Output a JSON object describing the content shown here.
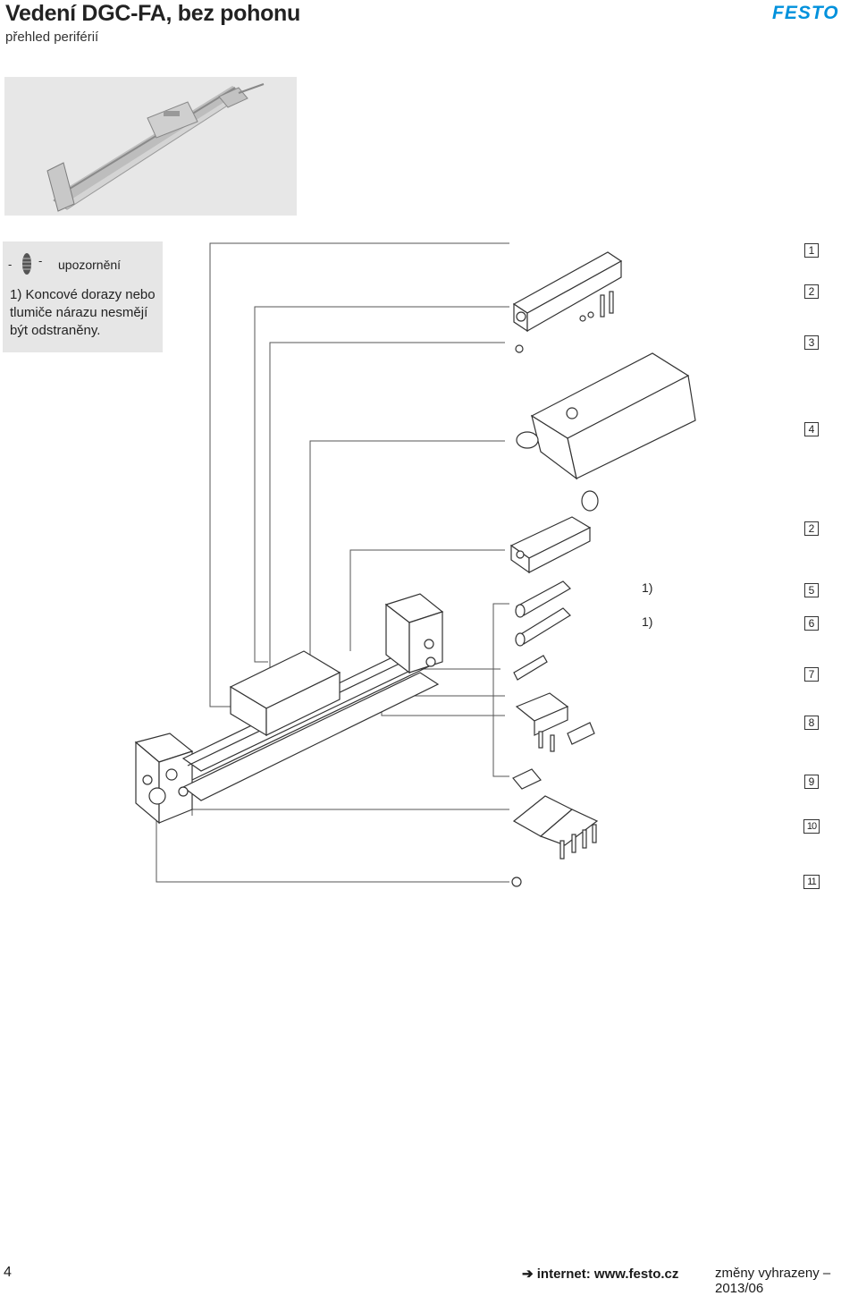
{
  "header": {
    "title": "Vedení DGC-FA, bez pohonu",
    "subtitle": "přehled periférií",
    "logo": "FESTO"
  },
  "note": {
    "dash_left": "-",
    "dash_right": "-",
    "legend": "upozornění",
    "text": "1) Koncové dorazy nebo tlumiče nárazu nesmějí být odstraněny."
  },
  "callouts": [
    "1",
    "2",
    "3",
    "4",
    "2",
    "5",
    "6",
    "7",
    "8",
    "9",
    "10",
    "11"
  ],
  "footnote_marks": [
    "1)",
    "1)"
  ],
  "footer": {
    "page_number": "4",
    "link_arrow": "➔",
    "link": "internet: www.festo.cz",
    "rights": "změny vyhrazeny – 2013/06"
  }
}
